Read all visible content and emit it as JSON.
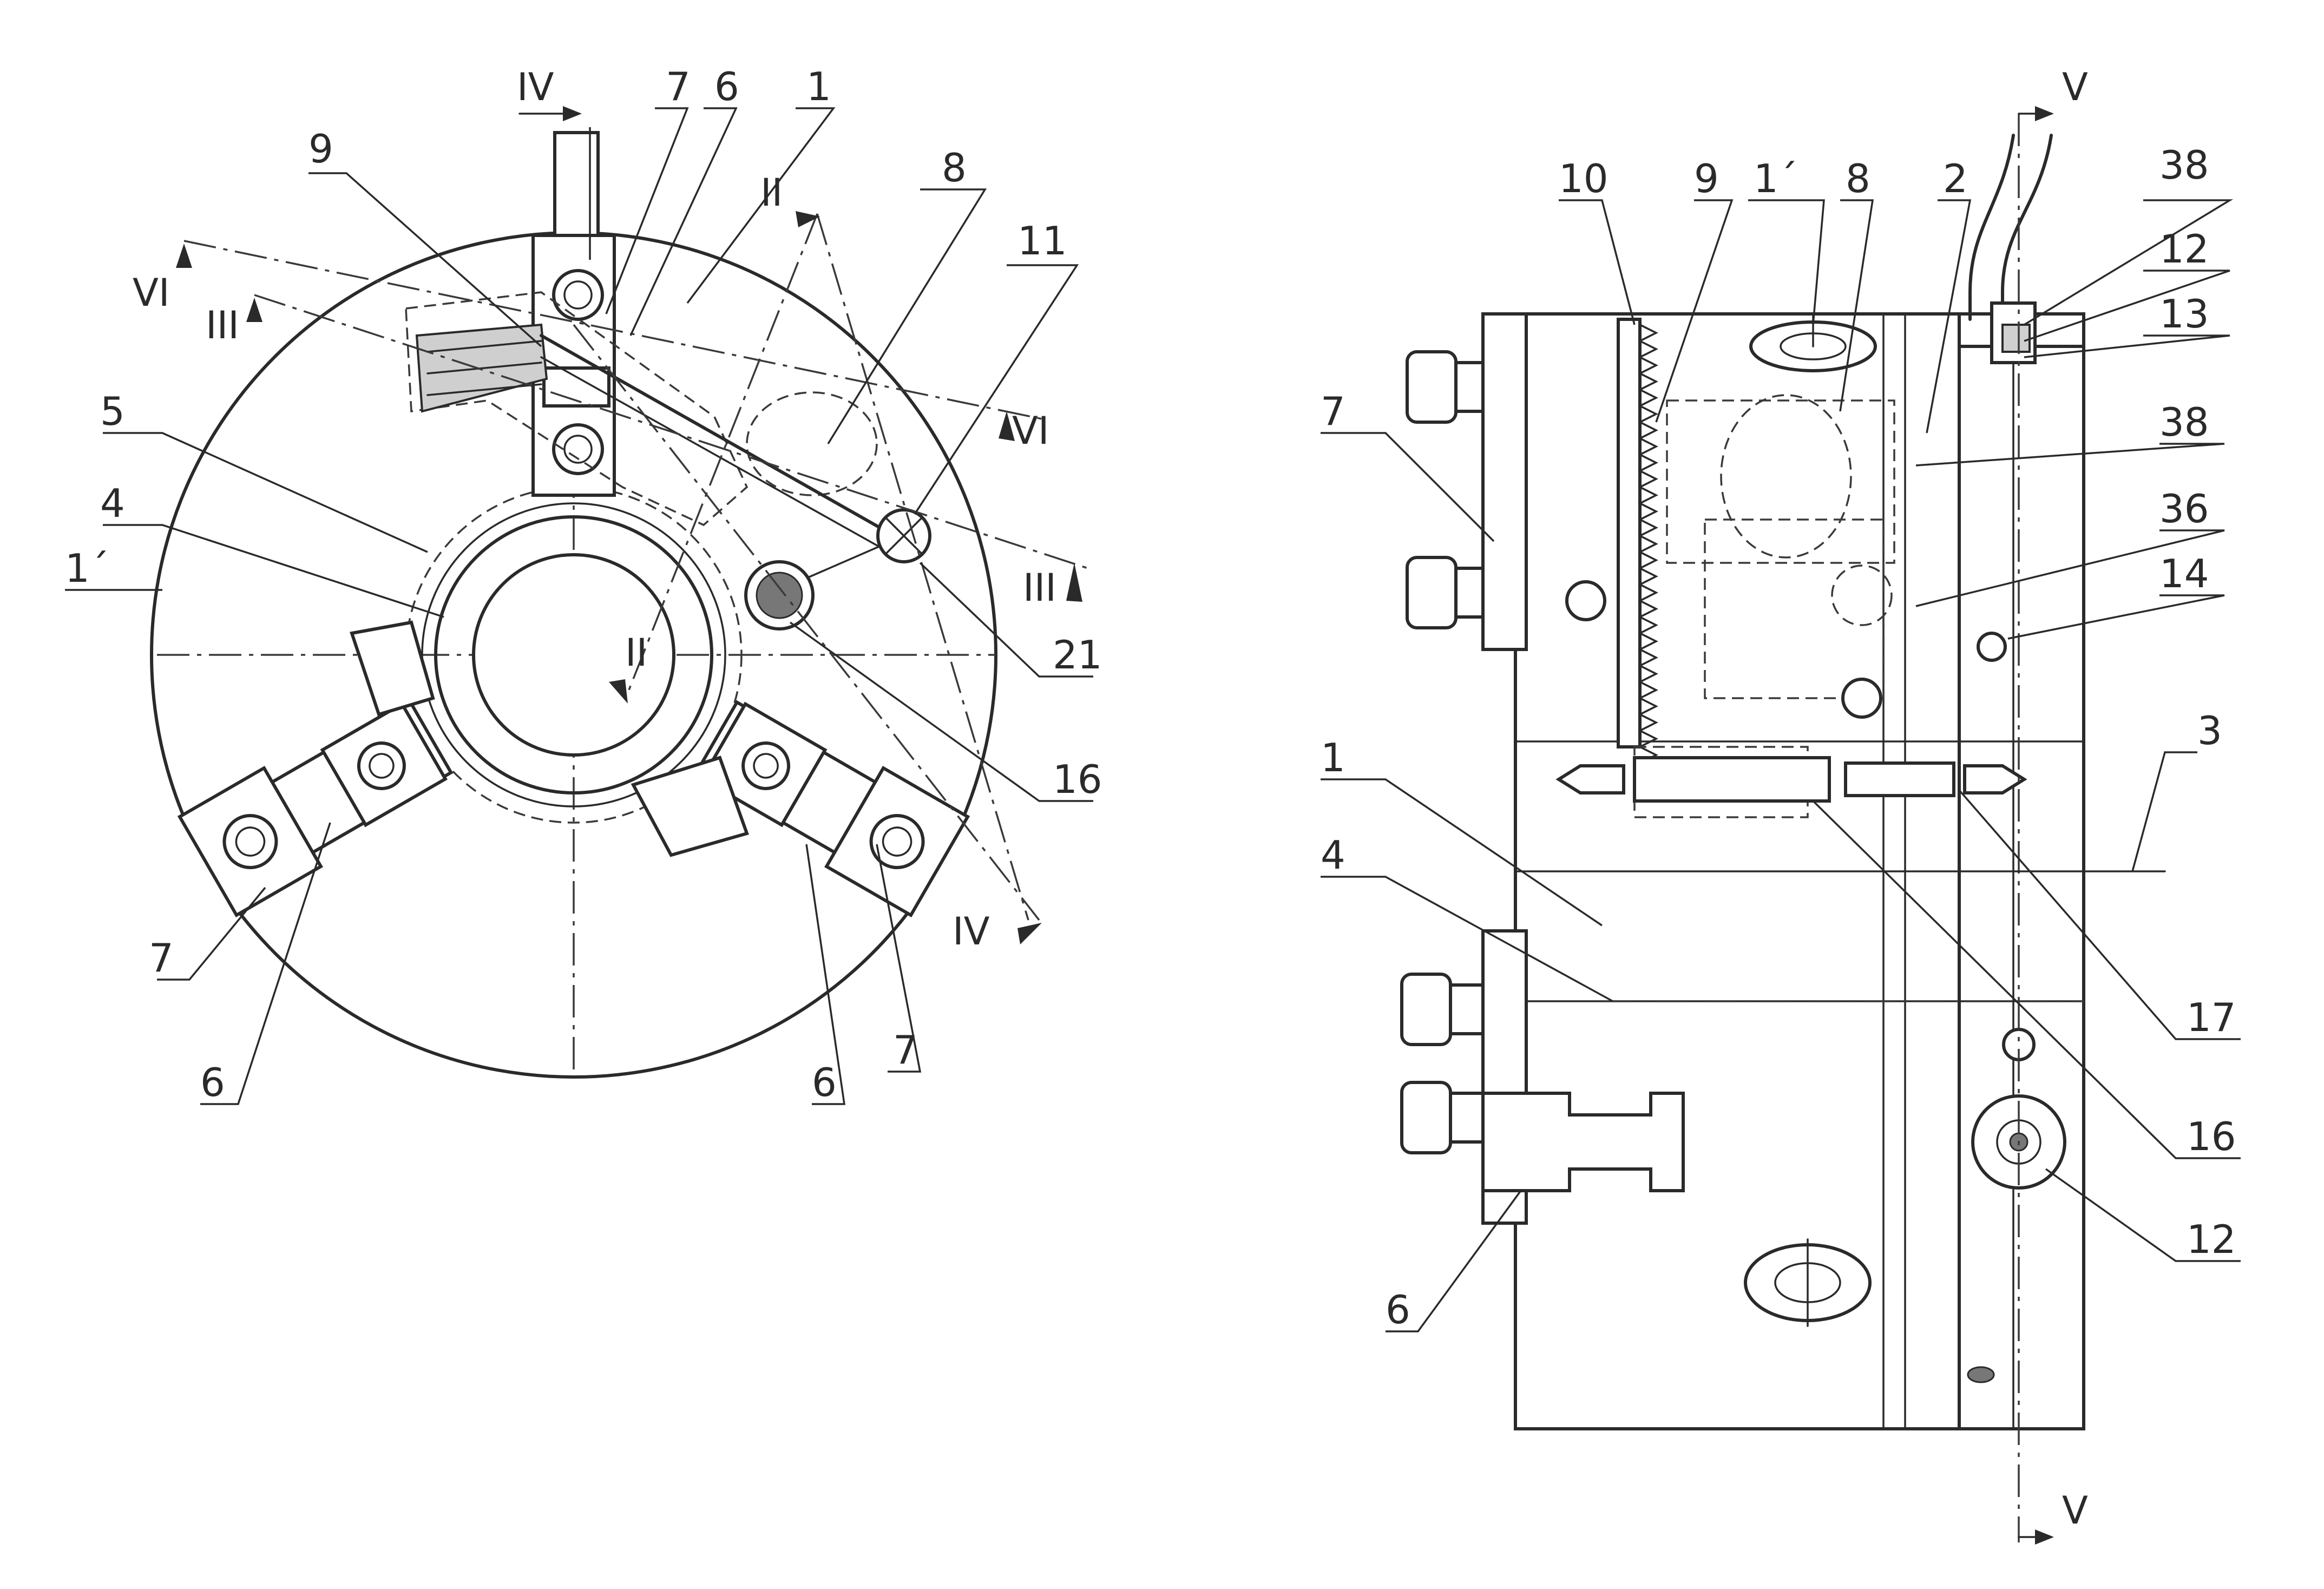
{
  "left_view": {
    "labels": {
      "IV_top": "IV",
      "7_top": "7",
      "6_top": "6",
      "1_top": "1",
      "9": "9",
      "VI_left": "VI",
      "III_left": "III",
      "II_top": "II",
      "8": "8",
      "11": "11",
      "VI_right": "VI",
      "5": "5",
      "4": "4",
      "1p": "1´",
      "III_right": "III",
      "II_center": "II",
      "21": "21",
      "16": "16",
      "IV_bottom": "IV",
      "7_left": "7",
      "6_left": "6",
      "6_bottom": "6",
      "7_right": "7"
    }
  },
  "right_view": {
    "labels": {
      "V_top": "V",
      "10": "10",
      "9": "9",
      "1p": "1´",
      "8": "8",
      "2": "2",
      "38_top": "38",
      "12_top": "12",
      "13": "13",
      "7": "7",
      "38_mid": "38",
      "36": "36",
      "14": "14",
      "3": "3",
      "1": "1",
      "4": "4",
      "17": "17",
      "16": "16",
      "12_bottom": "12",
      "6": "6",
      "V_bottom": "V"
    }
  }
}
